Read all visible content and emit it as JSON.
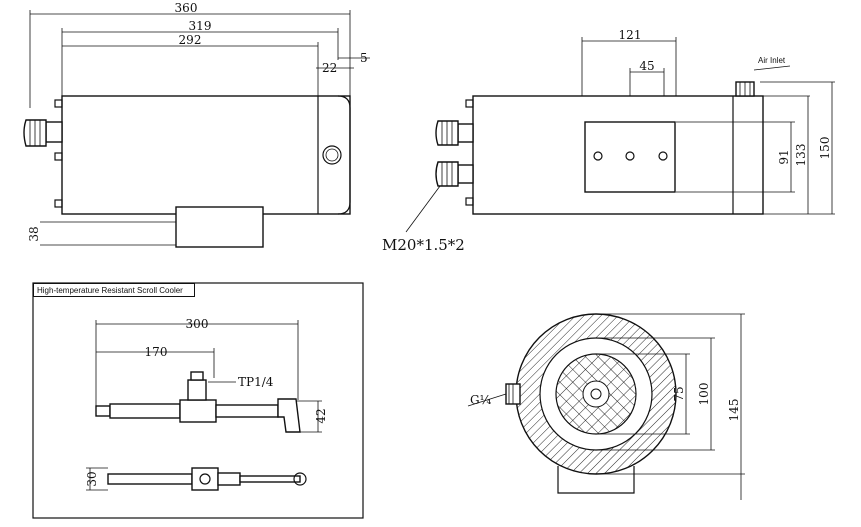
{
  "top_left_view": {
    "dim_overall": "360",
    "dim_body": "319",
    "dim_inner": "292",
    "dim_side_a": "22",
    "dim_side_b": "5",
    "dim_height": "38"
  },
  "top_right_view": {
    "dim_width": "121",
    "dim_hole_spacing": "45",
    "dim_plate": "91",
    "dim_mid": "133",
    "dim_total": "150",
    "air_inlet_label": "Air Inlet",
    "thread_label": "M20*1.5*2"
  },
  "bottom_left_view": {
    "panel_title": "High-temperature Resistant Scroll Cooler",
    "dim_length": "300",
    "dim_partial": "170",
    "thread_label": "TP1/4",
    "dim_end": "42",
    "dim_lower": "30"
  },
  "bottom_right_view": {
    "port_label": "G¼",
    "dim_inner": "75",
    "dim_mid": "100",
    "dim_outer": "145"
  },
  "colors": {
    "line": "#111111",
    "background": "#ffffff"
  },
  "icons": [
    "cable-gland-icon",
    "sight-glass-icon",
    "mounting-bolt-icon"
  ]
}
